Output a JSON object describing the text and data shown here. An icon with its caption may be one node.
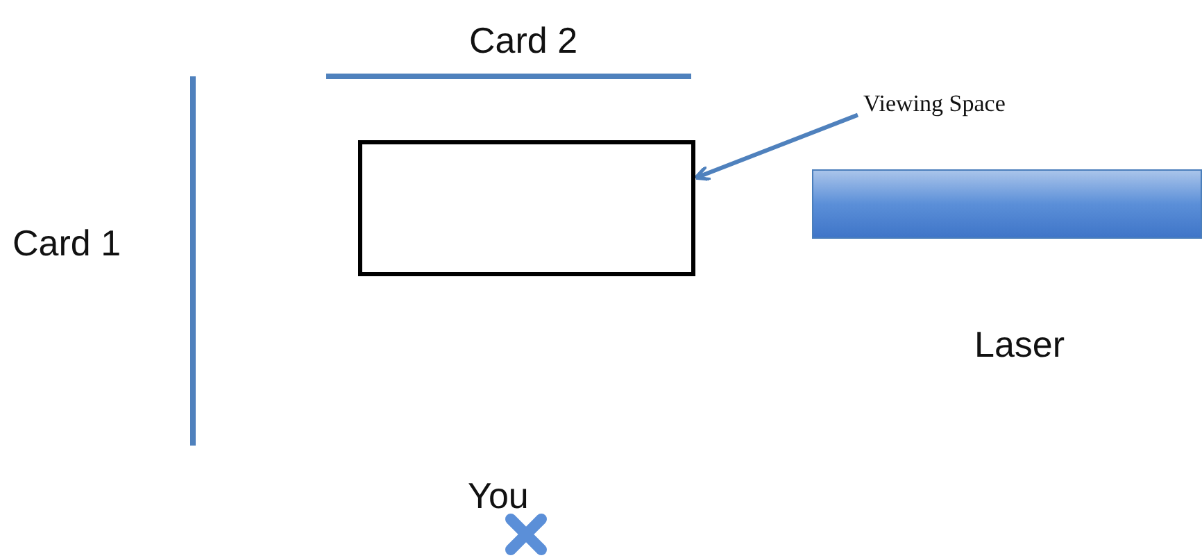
{
  "diagram": {
    "nodes": [
      {
        "text": [
          "Viewing Space"
        ]
      },
      {
        "text": [],
        "shape": "box"
      },
      {
        "text": [],
        "shape": "bar"
      }
    ],
    "edges": [
      {
        "from": 0,
        "to": 1,
        "arrow": "to"
      }
    ],
    "labels": [
      "Card 2",
      "Card 1",
      "Laser",
      "You"
    ]
  }
}
